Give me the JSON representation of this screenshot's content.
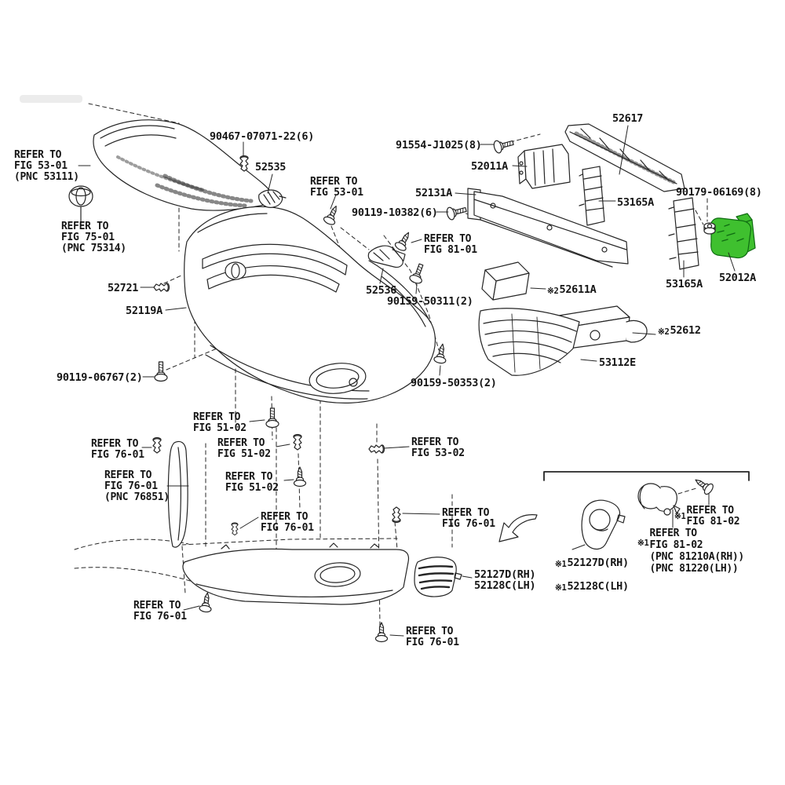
{
  "colors": {
    "highlight_green": "#3fc02f",
    "highlight_green_dark": "#0f6b12",
    "line": "#252525"
  },
  "labels": {
    "refer_fig_53_01_grille": "REFER TO\nFIG 53-01\n(PNC 53111)",
    "refer_fig_75_01": "REFER TO\nFIG 75-01\n(PNC 75314)",
    "part_90467": "90467-07071-22(6)",
    "part_52535": "52535",
    "refer_fig_53_01_clip": "REFER TO\nFIG 53-01",
    "part_91554": "91554-J1025(8)",
    "part_52011a": "52011A",
    "part_52617": "52617",
    "part_52131a": "52131A",
    "part_90119_10382": "90119-10382(6)",
    "part_90179": "90179-06169(8)",
    "part_53165a_upper": "53165A",
    "part_53165a_lower": "53165A",
    "part_52012a": "52012A",
    "part_52721": "52721",
    "part_52119a": "52119A",
    "refer_fig_81_01": "REFER TO\nFIG 81-01",
    "part_52536": "52536",
    "part_90159_50311": "90159-50311(2)",
    "part_52611a_prefix": "※2",
    "part_52611a": "52611A",
    "part_52612_prefix": "※2",
    "part_52612": "52612",
    "part_53112e": "53112E",
    "part_90119_06767": "90119-06767(2)",
    "part_90159_50353": "90159-50353(2)",
    "refer_fig_51_02_top": "REFER TO\nFIG 51-02",
    "refer_fig_76_01_left": "REFER TO\nFIG 76-01",
    "refer_fig_51_02_mid": "REFER TO\nFIG 51-02",
    "refer_fig_76_01_pnc": "REFER TO\nFIG 76-01\n(PNC 76851)",
    "refer_fig_51_02_low": "REFER TO\nFIG 51-02",
    "refer_fig_53_02": "REFER TO\nFIG 53-02",
    "refer_fig_76_01_spoiler_left": "REFER TO\nFIG 76-01",
    "refer_fig_76_01_spoiler_right": "REFER TO\nFIG 76-01",
    "refer_fig_76_01_bottom_left": "REFER TO\nFIG 76-01",
    "part_52127d_main": "52127D(RH)\n52128C(LH)",
    "refer_fig_76_01_bottom_center": "REFER TO\nFIG 76-01",
    "inset_52127d_prefix1": "※1",
    "inset_52127d_line1": "52127D(RH)",
    "inset_52127d_prefix2": "※1",
    "inset_52127d_line2": "52128C(LH)",
    "inset_refer_81_02_screw_prefix": "※1",
    "inset_refer_81_02_screw": "REFER TO\nFIG 81-02",
    "inset_refer_81_02_lamp_prefix": "※1",
    "inset_refer_81_02_lamp": "REFER TO\nFIG 81-02\n(PNC 81210A(RH))\n(PNC 81220(LH))"
  }
}
